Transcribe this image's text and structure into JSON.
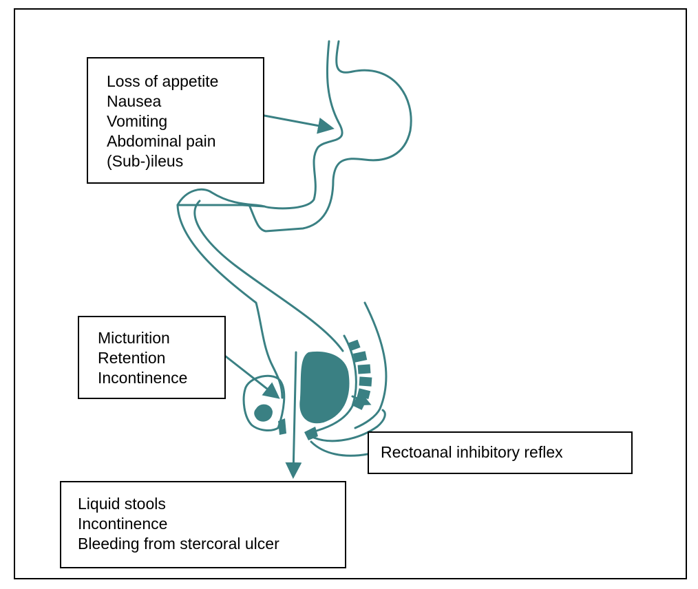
{
  "colors": {
    "tract": "#3a8083",
    "border": "#000000",
    "text": "#000000"
  },
  "callouts": {
    "stomach": [
      "Loss of appetite",
      "Nausea",
      "Vomiting",
      "Abdominal pain",
      "(Sub-)ileus"
    ],
    "bladder": [
      "Micturition",
      "Retention",
      "Incontinence"
    ],
    "reflex": "Rectoanal inhibitory reflex",
    "rectum": [
      "Liquid stools",
      "Incontinence",
      "Bleeding from stercoral ulcer"
    ]
  }
}
